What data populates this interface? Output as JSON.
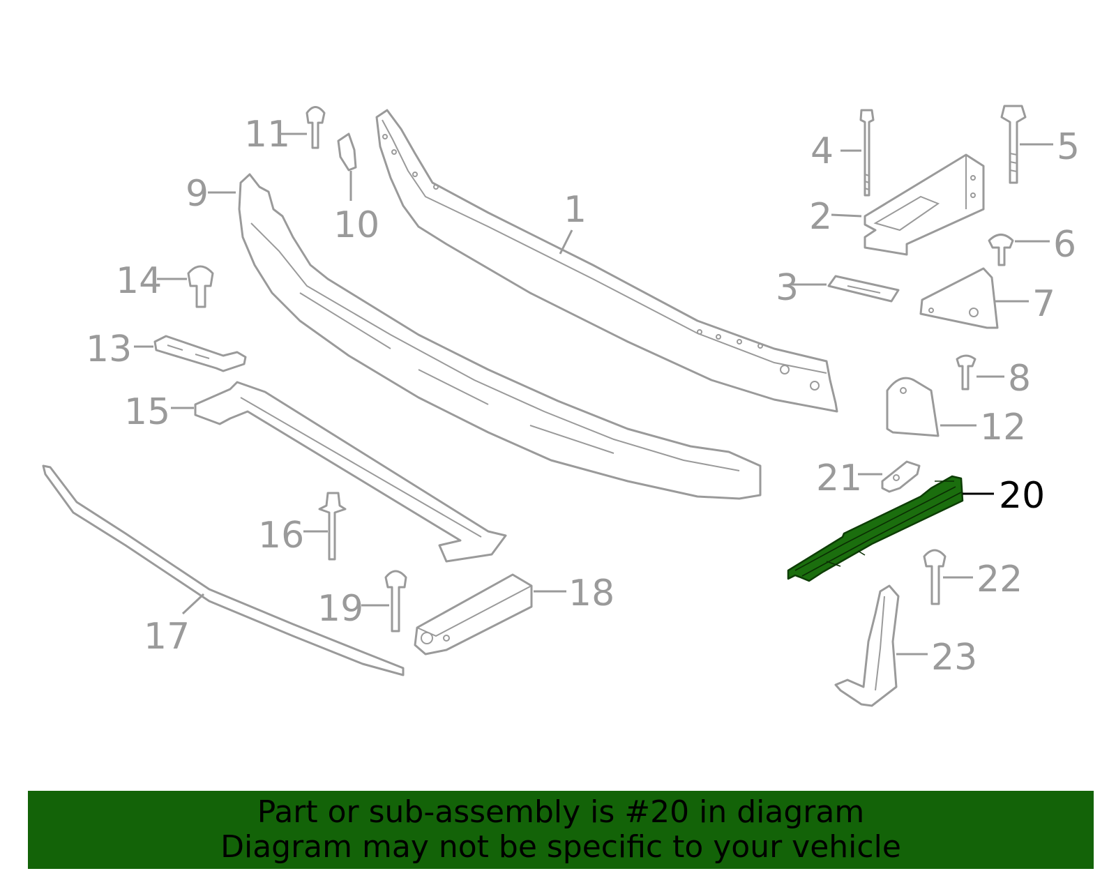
{
  "diagram": {
    "highlight_color": "#1b6e0e",
    "line_color": "#9a9a9a",
    "callouts": [
      {
        "id": "1",
        "label": "1"
      },
      {
        "id": "2",
        "label": "2"
      },
      {
        "id": "3",
        "label": "3"
      },
      {
        "id": "4",
        "label": "4"
      },
      {
        "id": "5",
        "label": "5"
      },
      {
        "id": "6",
        "label": "6"
      },
      {
        "id": "7",
        "label": "7"
      },
      {
        "id": "8",
        "label": "8"
      },
      {
        "id": "9",
        "label": "9"
      },
      {
        "id": "10",
        "label": "10"
      },
      {
        "id": "11",
        "label": "11"
      },
      {
        "id": "12",
        "label": "12"
      },
      {
        "id": "13",
        "label": "13"
      },
      {
        "id": "14",
        "label": "14"
      },
      {
        "id": "15",
        "label": "15"
      },
      {
        "id": "16",
        "label": "16"
      },
      {
        "id": "17",
        "label": "17"
      },
      {
        "id": "18",
        "label": "18"
      },
      {
        "id": "19",
        "label": "19"
      },
      {
        "id": "20",
        "label": "20",
        "highlighted": true
      },
      {
        "id": "21",
        "label": "21"
      },
      {
        "id": "22",
        "label": "22"
      },
      {
        "id": "23",
        "label": "23"
      }
    ]
  },
  "banner": {
    "background": "#136308",
    "line1": "Part or sub-assembly is #20 in diagram",
    "line2": "Diagram may not be specific to your vehicle"
  }
}
